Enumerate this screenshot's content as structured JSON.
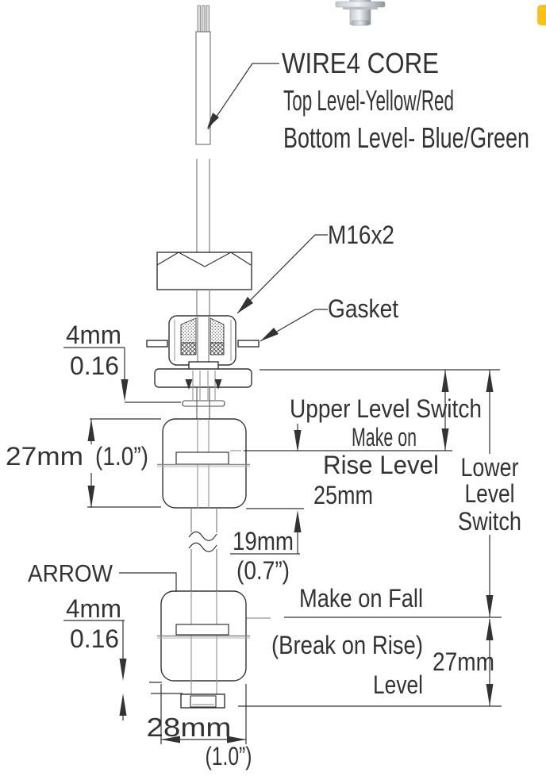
{
  "drawing": {
    "title_note": {
      "line1": "WIRE4 CORE",
      "line2": "Top Level-Yellow/Red",
      "line3": "Bottom Level- Blue/Green"
    },
    "callouts": {
      "thread": "M16x2",
      "gasket": "Gasket",
      "arrow": "ARROW"
    },
    "upper_switch": {
      "line1": "Upper Level Switch",
      "line2": "Make on",
      "line3": "Rise Level"
    },
    "lower_switch": {
      "word1": "Lower",
      "word2": "Level",
      "word3": "Switch"
    },
    "fall_labels": {
      "line1": "Make on Fall",
      "line2": "(Break on Rise)",
      "line3": "Level"
    },
    "dims": {
      "gland_gap_mm": "4mm",
      "gland_gap_in": "0.16",
      "upper_float_mm": "27mm",
      "upper_float_in": "(1.0”)",
      "rise_offset": "25mm",
      "drop_mm": "19mm",
      "drop_in": "(0.7”)",
      "cap_gap_mm": "4mm",
      "cap_gap_in": "0.16",
      "lower_span_mm": "27mm",
      "width_mm": "28mm",
      "width_in": "(1.0”)"
    },
    "colors": {
      "line": "#333333",
      "secondary": "#909090",
      "tab_yellow": "#ffc20e"
    }
  }
}
